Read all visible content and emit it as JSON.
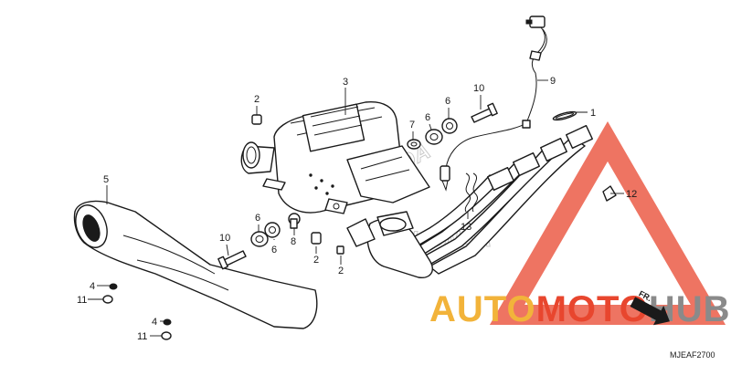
{
  "diagram": {
    "drawing_code": "MJEAF2700",
    "direction_mark": "FR.",
    "watermark": {
      "part1": "AUTO",
      "part2": "MOTO",
      "part3": "HUB",
      "color_primary": "#e8462e",
      "color_secondary": "#f2b33a",
      "color_tertiary": "#8a8a8a"
    },
    "callouts": [
      {
        "id": "c1",
        "label": "1"
      },
      {
        "id": "c2a",
        "label": "2"
      },
      {
        "id": "c2b",
        "label": "2"
      },
      {
        "id": "c2c",
        "label": "2"
      },
      {
        "id": "c3",
        "label": "3"
      },
      {
        "id": "c4a",
        "label": "4"
      },
      {
        "id": "c4b",
        "label": "4"
      },
      {
        "id": "c5",
        "label": "5"
      },
      {
        "id": "c6a",
        "label": "6"
      },
      {
        "id": "c6b",
        "label": "6"
      },
      {
        "id": "c6c",
        "label": "6"
      },
      {
        "id": "c6d",
        "label": "6"
      },
      {
        "id": "c7",
        "label": "7"
      },
      {
        "id": "c8",
        "label": "8"
      },
      {
        "id": "c9",
        "label": "9"
      },
      {
        "id": "c10a",
        "label": "10"
      },
      {
        "id": "c10b",
        "label": "10"
      },
      {
        "id": "c11a",
        "label": "11"
      },
      {
        "id": "c11b",
        "label": "11"
      },
      {
        "id": "c12",
        "label": "12"
      },
      {
        "id": "c13",
        "label": "13"
      }
    ]
  }
}
